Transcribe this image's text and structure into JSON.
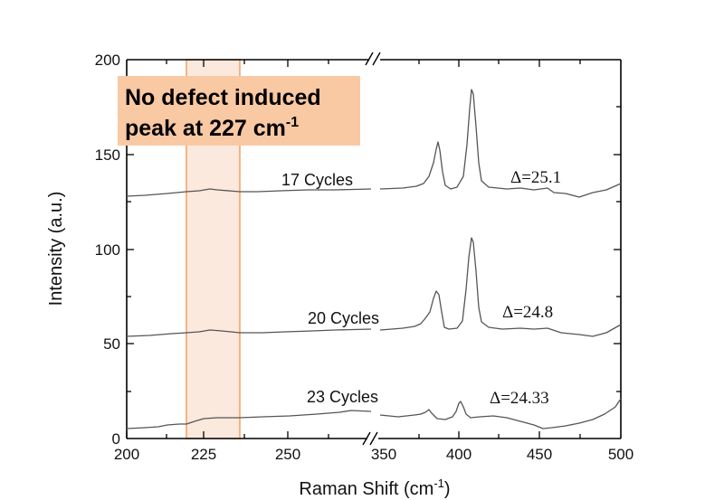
{
  "chart_data": {
    "type": "line",
    "title": "",
    "xlabel": "Raman Shift (cm-1)",
    "xlabel_main": "Raman Shift (cm",
    "xlabel_sup": "-1",
    "xlabel_close": ")",
    "ylabel": "Intensity (a.u.)",
    "ylim": [
      0,
      200
    ],
    "xlim_segments": [
      [
        200,
        275
      ],
      [
        350,
        500
      ]
    ],
    "x_axis_break": true,
    "grid": false,
    "legend": "none (inline series labels)",
    "x_ticks": [
      "200",
      "225",
      "250",
      "350",
      "400",
      "450",
      "500"
    ],
    "y_ticks": [
      "0",
      "50",
      "100",
      "150",
      "200"
    ],
    "series": [
      {
        "name": "17 Cycles",
        "delta_label": "Δ=25.1",
        "baseline": 128,
        "peaks": [
          {
            "x": 383,
            "y": 157
          },
          {
            "x": 408,
            "y": 185
          }
        ],
        "x": [
          200,
          225,
          227,
          250,
          275,
          350,
          375,
          383,
          390,
          400,
          408,
          415,
          450,
          500
        ],
        "values": [
          128,
          131,
          132,
          130,
          131,
          131,
          133,
          157,
          131,
          134,
          185,
          135,
          128,
          135
        ]
      },
      {
        "name": "20 Cycles",
        "delta_label": "Δ=24.8",
        "baseline": 55,
        "peaks": [
          {
            "x": 383,
            "y": 81
          },
          {
            "x": 408,
            "y": 106
          }
        ],
        "x": [
          200,
          225,
          227,
          250,
          275,
          350,
          375,
          383,
          390,
          400,
          408,
          415,
          450,
          500
        ],
        "values": [
          55,
          58,
          59,
          57,
          58,
          57,
          62,
          81,
          56,
          58,
          106,
          58,
          55,
          61
        ]
      },
      {
        "name": "23 Cycles",
        "delta_label": "Δ=24.33",
        "baseline": 6,
        "peaks": [
          {
            "x": 383,
            "y": 15
          },
          {
            "x": 407,
            "y": 21
          }
        ],
        "x": [
          200,
          210,
          215,
          225,
          235,
          250,
          270,
          275,
          350,
          375,
          383,
          390,
          400,
          407,
          413,
          430,
          455,
          500
        ],
        "values": [
          6,
          7,
          8,
          11,
          12,
          12,
          15,
          15,
          14,
          14,
          15,
          10,
          10,
          21,
          12,
          13,
          7,
          20
        ]
      }
    ],
    "annotations": [
      {
        "type": "highlight-band",
        "x_range": [
          218,
          234
        ],
        "color": "#f4a460"
      },
      {
        "type": "callout",
        "text": "No defect induced peak at 227 cm-1"
      }
    ]
  },
  "callout": {
    "line1": "No defect induced",
    "line2_main": "peak at 227 cm",
    "line2_sup": "-1"
  },
  "colors": {
    "frame": "#000000",
    "trace": "#555555",
    "band_fill": "#fbe9dd",
    "band_stroke": "#f0a060",
    "callout_fill": "#f9c9a4"
  }
}
